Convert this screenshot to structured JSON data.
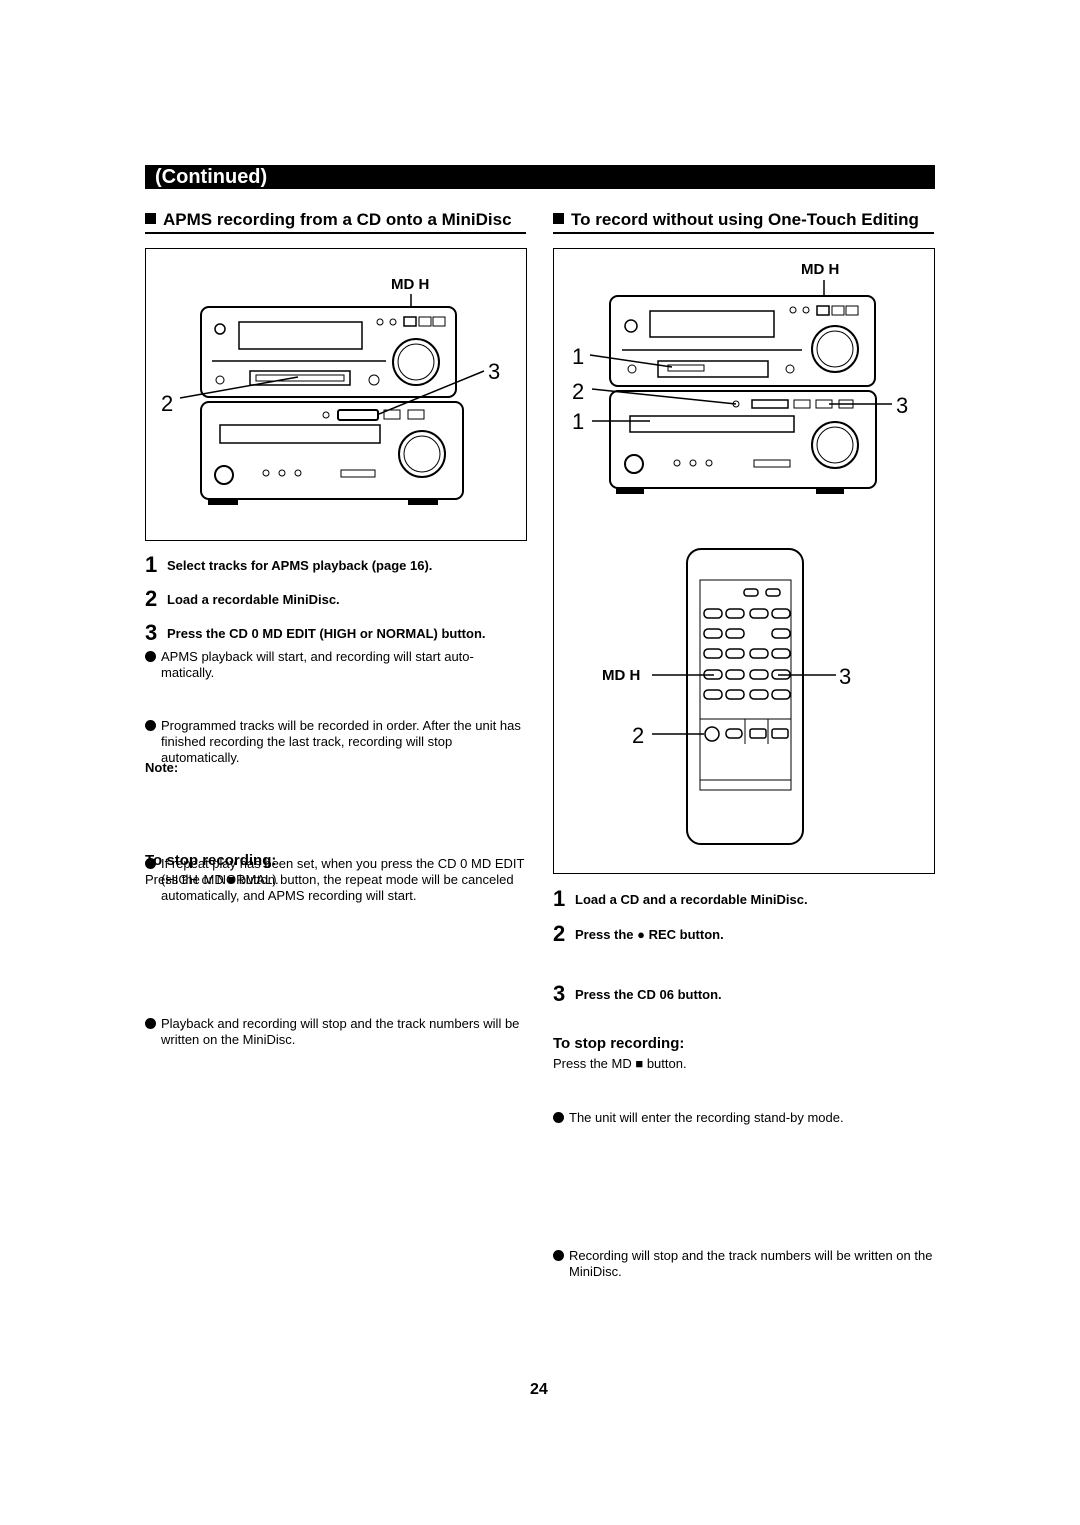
{
  "banner": "(Continued)",
  "left": {
    "heading": "APMS recording from a CD onto a MiniDisc",
    "figure": {
      "md_label": "MD H",
      "callout_2": "2",
      "callout_3": "3"
    },
    "steps": [
      {
        "num": "1",
        "text": "Select tracks for APMS playback (page 16)."
      },
      {
        "num": "2",
        "text": "Load a recordable MiniDisc."
      },
      {
        "num": "3",
        "text": "Press the CD 0   MD EDIT (HIGH or NORMAL) button."
      }
    ],
    "bullets": [
      "APMS playback will start, and recording will start auto- matically.",
      "Programmed tracks will be recorded in order. After the unit has finished recording the last track, recording will stop automatically."
    ],
    "note_label": "Note:",
    "note": "If repeat play has been set, when you press the CD 0   MD EDIT (HIGH or NORMAL) button, the repeat mode will be canceled automatically, and APMS recording will start.",
    "stop_heading": "To stop recording:",
    "stop_line": "Press the MD ■ button.",
    "stop_bullet": "Playback and recording will stop and the track numbers will be written on the MiniDisc."
  },
  "right": {
    "heading": "To record without using One-Touch Editing",
    "figure": {
      "md_label_top": "MD H",
      "md_label_remote": "MD H",
      "c1a": "1",
      "c2": "2",
      "c1b": "1",
      "c3": "3",
      "r3": "3",
      "r2": "2"
    },
    "steps": [
      {
        "num": "1",
        "text": "Load a CD and a recordable MiniDisc."
      },
      {
        "num": "2",
        "text": "Press the ● REC button."
      },
      {
        "num": "3",
        "text": "Press the CD 06   button."
      }
    ],
    "step2_bullet": "The unit will enter the recording stand-by mode.",
    "stop_heading": "To stop recording:",
    "stop_line": "Press the MD ■ button.",
    "stop_bullet": "Recording will stop and the track numbers will be written on the MiniDisc."
  },
  "page_number": "24"
}
